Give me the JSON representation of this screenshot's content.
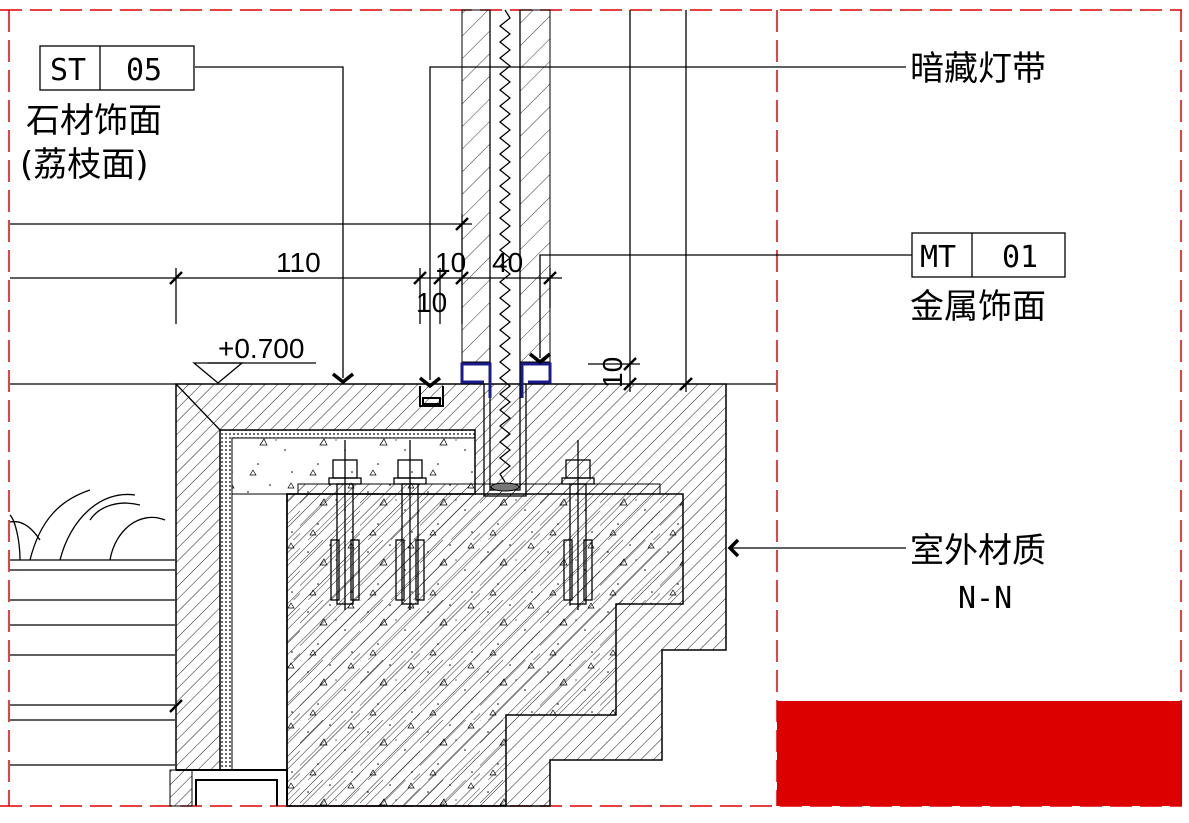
{
  "drawing": {
    "tags": {
      "stone": {
        "code": "ST",
        "number": "05",
        "name": "石材饰面",
        "finish": "(荔枝面)"
      },
      "metal": {
        "code": "MT",
        "number": "01",
        "name": "金属饰面"
      }
    },
    "callouts": {
      "hidden_light": "暗藏灯带",
      "exterior_material": "室外材质",
      "exterior_code": "N-N"
    },
    "dimensions": {
      "d110": "110",
      "d10a": "10",
      "d40": "40",
      "d10b": "10",
      "d10c": "10"
    },
    "elevation": "+0.700",
    "colors": {
      "frame_red": "#dd0000",
      "metal_blue": "#1a1a8c"
    }
  }
}
